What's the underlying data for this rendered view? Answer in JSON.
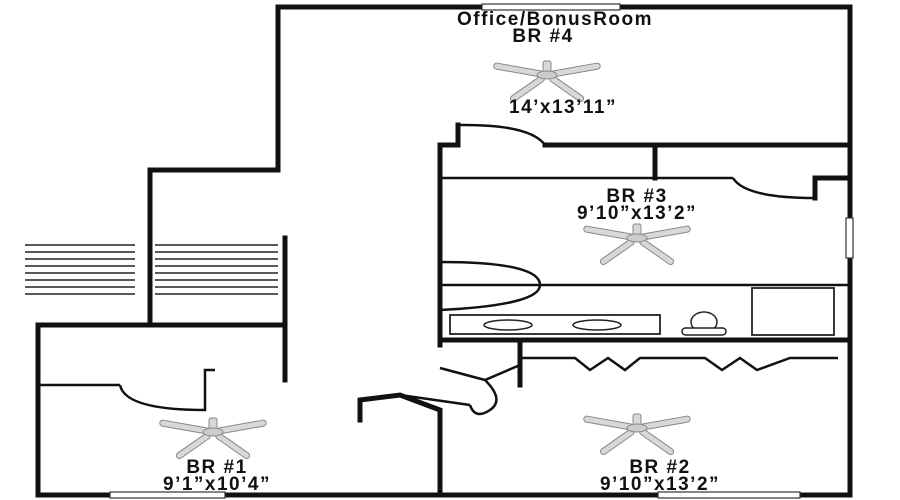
{
  "rooms": {
    "office": {
      "name": "Office/BonusRoom",
      "subname": "BR #4",
      "size": "14’x13’11”"
    },
    "br3": {
      "name": "BR #3",
      "size": "9’10”x13’2”"
    },
    "br1": {
      "name": "BR #1",
      "size": "9’1”x10’4”"
    },
    "br2": {
      "name": "BR #2",
      "size": "9’10”x13’2”"
    }
  },
  "icons": [
    "ceiling-fan-icon",
    "window-icon",
    "door-swing-icon",
    "sink-icon",
    "toilet-icon",
    "bathtub-icon",
    "stairs-icon"
  ],
  "colors": {
    "walls": "#111111",
    "fixtures": "#d8d8d8"
  }
}
